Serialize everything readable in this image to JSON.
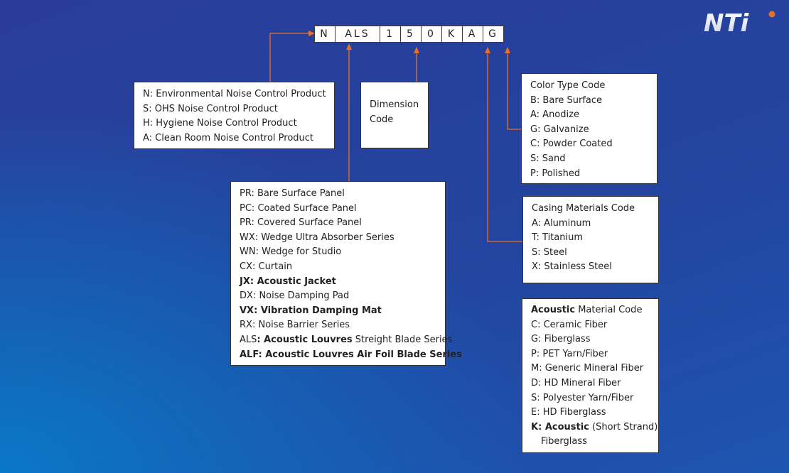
{
  "brand": {
    "logo_text": "NTi"
  },
  "code": {
    "segments": [
      {
        "text": "N",
        "w": 30
      },
      {
        "text": "ALS",
        "w": 64
      },
      {
        "text": "1",
        "w": 30
      },
      {
        "text": "5",
        "w": 30
      },
      {
        "text": "0",
        "w": 30
      },
      {
        "text": "K",
        "w": 30
      },
      {
        "text": "A",
        "w": 30
      },
      {
        "text": "G",
        "w": 30
      }
    ]
  },
  "product_box": {
    "lines": [
      "N: Environmental Noise Control Product",
      "S: OHS Noise Control Product",
      "H: Hygiene Noise Control Product",
      "A: Clean Room Noise Control Product"
    ]
  },
  "dimension_box": {
    "lines": [
      "Dimension",
      "Code"
    ]
  },
  "series_box": {
    "items": [
      {
        "code": "PR",
        "label": "Bare Surface Panel"
      },
      {
        "code": "PC",
        "label": "Coated Surface Panel"
      },
      {
        "code": "PR",
        "label": "Covered Surface Panel"
      },
      {
        "code": "WX",
        "label": "Wedge Ultra Absorber Series"
      },
      {
        "code": "WN",
        "label": "Wedge for Studio"
      },
      {
        "code": "CX",
        "label": "Curtain"
      },
      {
        "code": "JX",
        "label": "Acoustic Jacket"
      },
      {
        "code": "DX",
        "label": "Noise Damping Pad"
      },
      {
        "code": "VX",
        "label": "Vibration Damping Mat"
      },
      {
        "code": "RX",
        "label": "Noise Barrier Series"
      },
      {
        "code": "ALS",
        "label_bold": "Acoustic Louvres",
        "label_rest": " Streight Blade Series"
      },
      {
        "code": "ALF",
        "label": "Acoustic Louvres Air Foil Blade Series"
      }
    ]
  },
  "color_box": {
    "title": "Color Type Code",
    "lines": [
      "B: Bare Surface",
      "A: Anodize",
      "G: Galvanize",
      "C: Powder Coated",
      "S: Sand",
      "P: Polished"
    ]
  },
  "casing_box": {
    "title": "Casing Materials Code",
    "lines": [
      "A: Aluminum",
      "T: Titanium",
      "S: Steel",
      "X: Stainless Steel"
    ]
  },
  "acoustic_box": {
    "title_bold": "Acoustic",
    "title_rest": " Material Code",
    "lines": [
      "C: Ceramic Fiber",
      "G: Fiberglass",
      "P: PET Yarn/Fiber",
      "M: Generic Mineral Fiber",
      "D: HD Mineral Fiber",
      "S: Polyester Yarn/Fiber",
      "E: HD Fiberglass"
    ],
    "last_code": "K: ",
    "last_bold": "Acoustic",
    "last_rest": " (Short Strand)",
    "last_cont": "Fiberglass"
  },
  "colors": {
    "connector": "#e8702a",
    "box_bg": "#ffffff",
    "text": "#222222"
  }
}
